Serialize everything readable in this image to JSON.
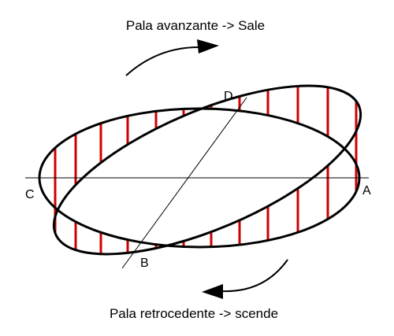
{
  "captions": {
    "top": "Pala avanzante -> Sale",
    "bottom": "Pala retrocedente -> scende"
  },
  "points": {
    "a": "A",
    "b": "B",
    "c": "C",
    "d": "D"
  },
  "colors": {
    "stroke": "#000000",
    "hatch": "#cc0000",
    "background": "#ffffff"
  },
  "icons": [
    "rotation-arrow-icon"
  ]
}
